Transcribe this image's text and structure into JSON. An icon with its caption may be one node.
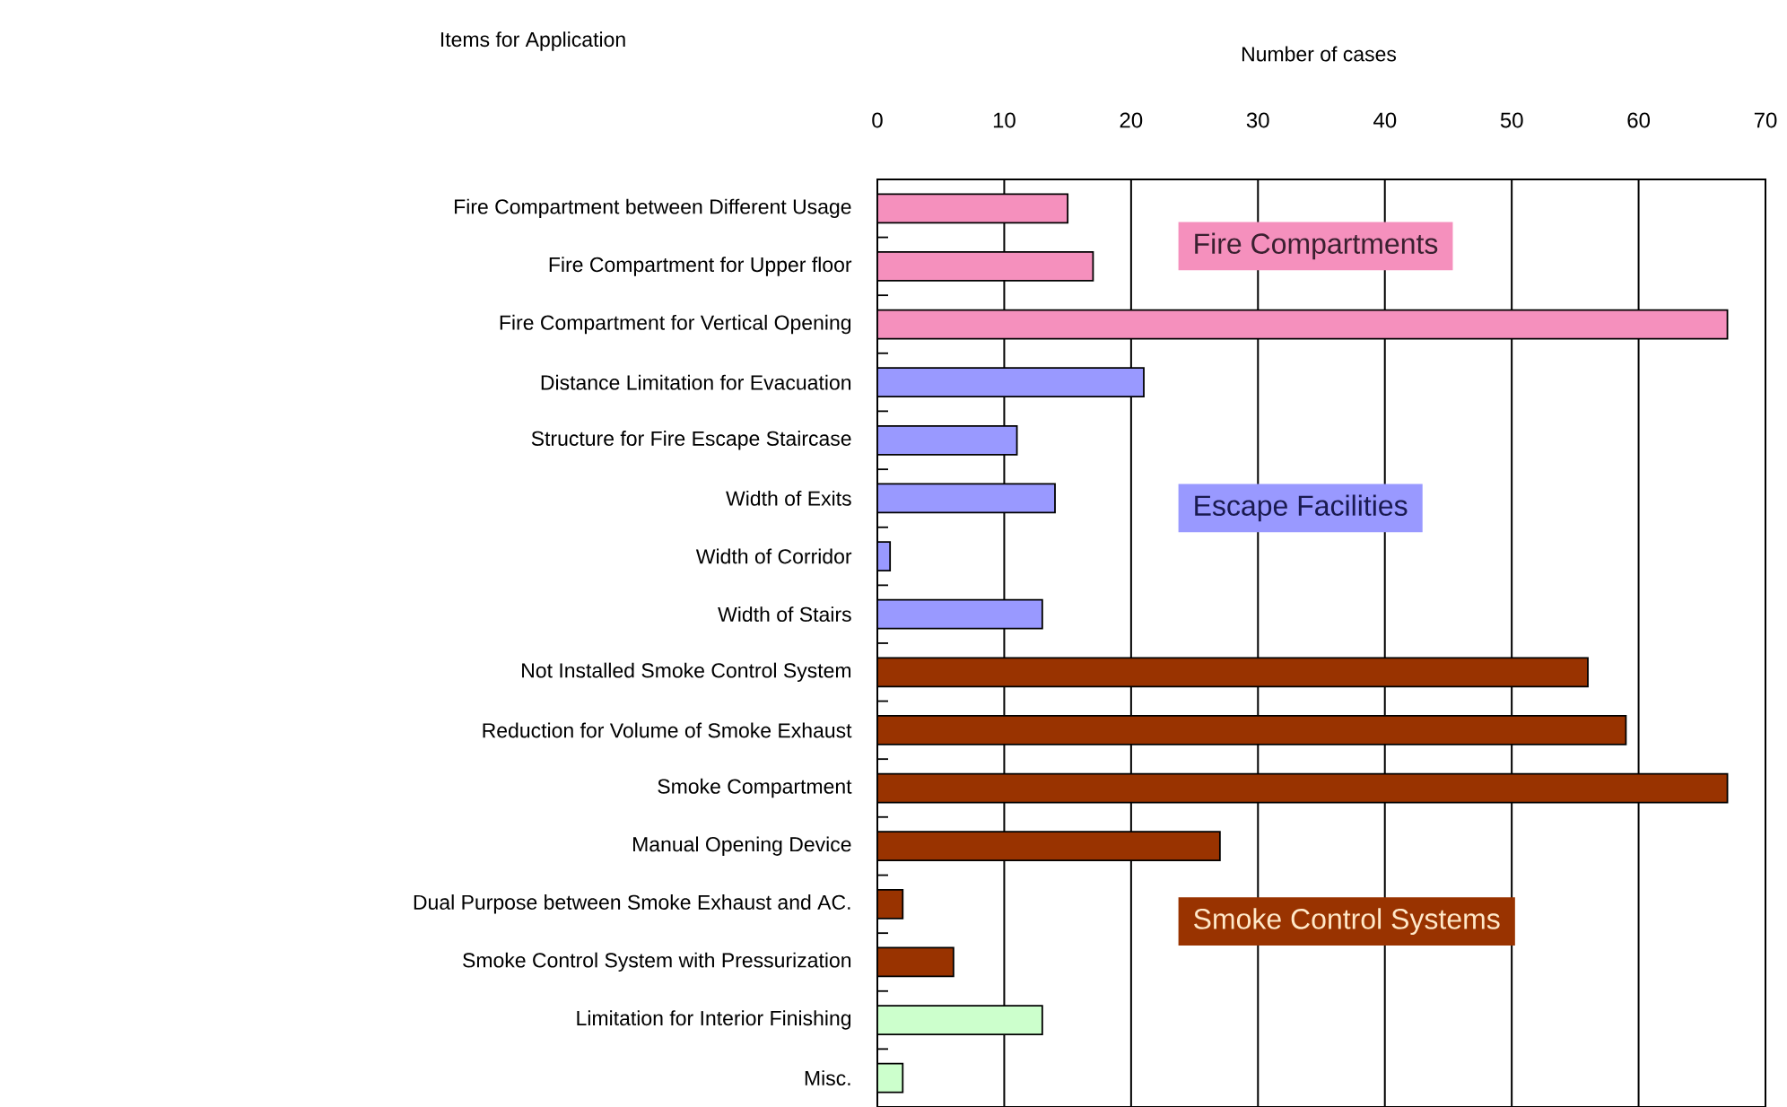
{
  "diagram": {
    "chart_data": {
      "type": "bar",
      "orientation": "horizontal",
      "xlabel": "Number of cases",
      "ylabel": "Items for Application",
      "categories": [
        "Fire Compartment between Different Usage",
        "Fire Compartment for Upper floor",
        "Fire Compartment for Vertical Opening",
        "Distance Limitation for Evacuation",
        "Structure for Fire Escape Staircase",
        "Width of Exits",
        "Width of Corridor",
        "Width of Stairs",
        "Not Installed Smoke Control System",
        "Reduction for Volume of Smoke Exhaust",
        "Smoke Compartment",
        "Manual Opening Device",
        "Dual Purpose between Smoke Exhaust and AC.",
        "Smoke Control System with Pressurization",
        "Limitation for Interior Finishing",
        "Misc."
      ],
      "series": [
        {
          "name": "Fire Compartments",
          "color": "#f590bd",
          "values": [
            15,
            17,
            67,
            null,
            null,
            null,
            null,
            null,
            null,
            null,
            null,
            null,
            null,
            null,
            null,
            null
          ]
        },
        {
          "name": "Escape Facilities",
          "color": "#9999ff",
          "values": [
            null,
            null,
            null,
            21,
            11,
            14,
            1,
            13,
            null,
            null,
            null,
            null,
            null,
            null,
            null,
            null
          ]
        },
        {
          "name": "Smoke Control Systems",
          "color": "#993300",
          "values": [
            null,
            null,
            null,
            null,
            null,
            null,
            null,
            null,
            56,
            59,
            67,
            27,
            2,
            6,
            null,
            null
          ]
        },
        {
          "color": "#ccffcc",
          "values": [
            null,
            null,
            null,
            null,
            null,
            null,
            null,
            null,
            null,
            null,
            null,
            null,
            null,
            null,
            13,
            2
          ]
        }
      ],
      "grid": true,
      "xlim": [
        0,
        70
      ],
      "xticks": [
        0,
        10,
        20,
        30,
        40,
        50,
        60,
        70
      ]
    }
  }
}
